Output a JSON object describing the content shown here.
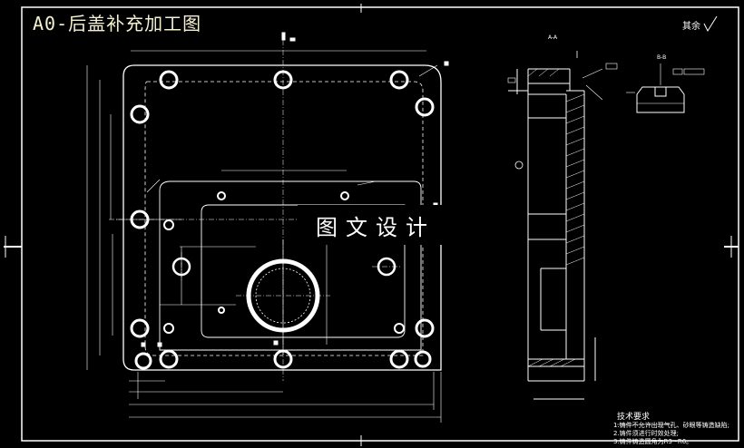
{
  "drawing": {
    "title": "A0-后盖补充加工图",
    "roughness_note": "其余",
    "watermark": "图文设计",
    "section_label_top": "A-A",
    "section_label_right": "B-B",
    "tech_requirements": {
      "heading": "技术要求",
      "items": [
        "1.铸件不允许出现气孔、砂眼等铸造缺陷;",
        "2.铸件须进行时效处理;",
        "3.铸件铸造圆角为R3~R6。"
      ]
    },
    "colors": {
      "background": "#000000",
      "lines": "#ffffff",
      "title": "#f4f2c8"
    }
  }
}
